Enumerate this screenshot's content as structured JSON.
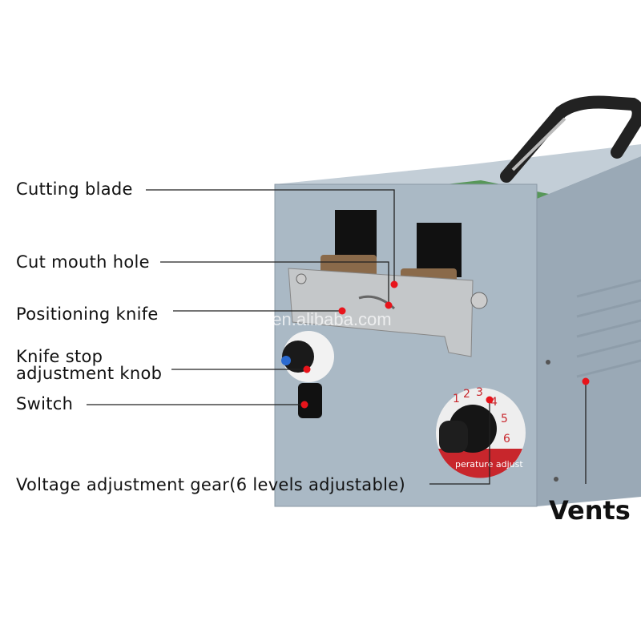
{
  "labels": {
    "cutting_blade": "Cutting blade",
    "cut_mouth_hole": "Cut mouth hole",
    "positioning_knife": "Positioning knife",
    "knife_stop_line1": "Knife stop",
    "knife_stop_line2": "adjustment knob",
    "switch": "Switch",
    "voltage": "Voltage adjustment gear(6 levels adjustable)",
    "vents": "Vents"
  },
  "dial": {
    "numbers": [
      "1",
      "2",
      "3",
      "4",
      "5",
      "6"
    ],
    "caption": "perature adjust"
  },
  "watermark": "ylxm.en.alibaba.com",
  "colors": {
    "marker": "#e8141b",
    "body": "#a9b8c4",
    "dial_red": "#c8262c"
  }
}
